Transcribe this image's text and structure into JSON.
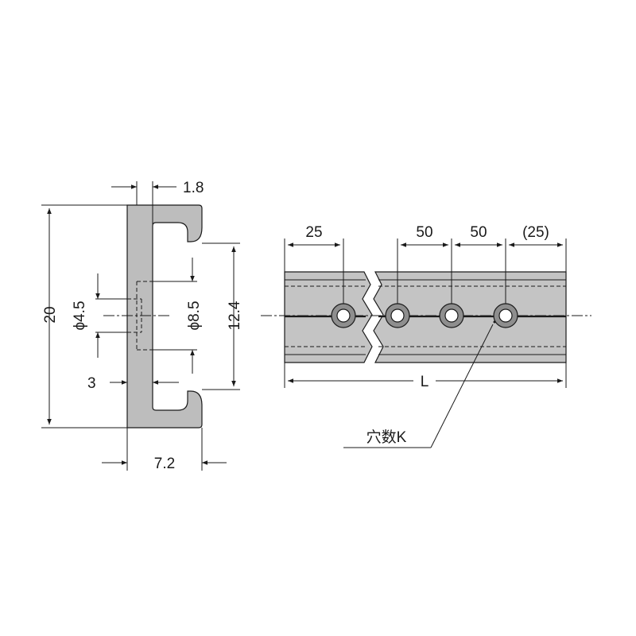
{
  "colors": {
    "line": "#1a1a1a",
    "body_fill": "#bdbdbd",
    "rail_fill": "#c4c4c4",
    "hole_fill": "#8e8e8e",
    "background": "#ffffff"
  },
  "end_view": {
    "dim_top_thickness": "1.8",
    "dim_height": "20",
    "dim_hole_small": "ϕ4.5",
    "dim_hole_large": "ϕ8.5",
    "dim_slot_height": "12.4",
    "dim_base_thickness": "3",
    "dim_width": "7.2"
  },
  "side_view": {
    "dim_first_pitch": "25",
    "dim_pitch_1": "50",
    "dim_pitch_2": "50",
    "dim_last_pitch": "(25)",
    "dim_length": "L",
    "hole_count_label": "穴数K"
  }
}
